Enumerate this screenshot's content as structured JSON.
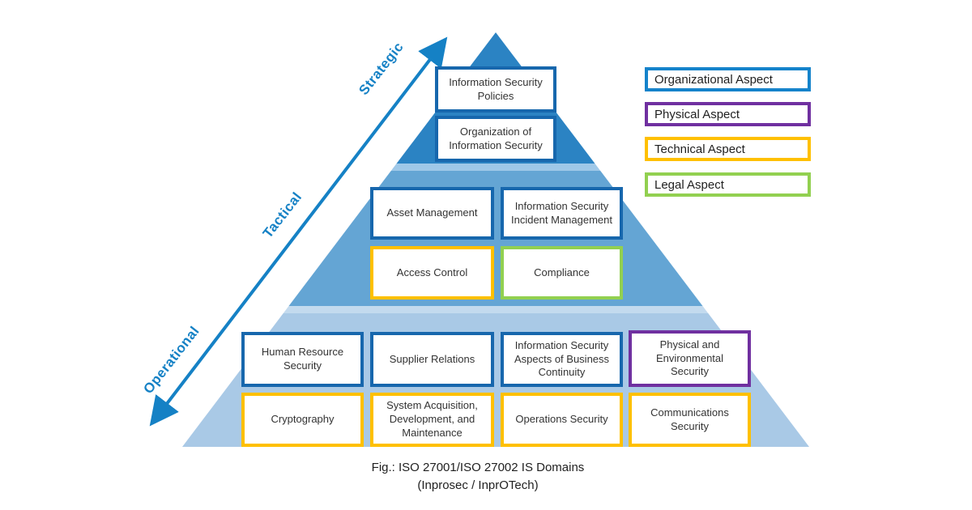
{
  "caption": {
    "line1": "Fig.: ISO 27001/ISO 27002 IS Domains",
    "line2": "(Inprosec / InprOTech)"
  },
  "axis": {
    "labels": {
      "strategic": "Strategic",
      "tactical": "Tactical",
      "operational": "Operational"
    },
    "arrow_color": "#1581c5"
  },
  "legend": {
    "items": [
      {
        "label": "Organizational Aspect",
        "aspect": "organizational",
        "color": "#1583cb"
      },
      {
        "label": "Physical Aspect",
        "aspect": "physical",
        "color": "#7030a0"
      },
      {
        "label": "Technical Aspect",
        "aspect": "technical",
        "color": "#ffc000"
      },
      {
        "label": "Legal Aspect",
        "aspect": "legal",
        "color": "#92d050"
      }
    ]
  },
  "pyramid": {
    "tier_colors": {
      "strategic": "#2b83c3",
      "tactical": "#64a5d4",
      "operational": "#a9c9e6",
      "divider": "#c3daee"
    },
    "box_border_blue": "#1767ad",
    "boxes": {
      "strategic": [
        {
          "label": "Information Security Policies",
          "aspect": "organizational"
        },
        {
          "label": "Organization of Information Security",
          "aspect": "organizational"
        }
      ],
      "tactical": [
        {
          "label": "Asset Management",
          "aspect": "organizational"
        },
        {
          "label": "Information Security Incident Management",
          "aspect": "organizational"
        },
        {
          "label": "Access Control",
          "aspect": "technical"
        },
        {
          "label": "Compliance",
          "aspect": "legal"
        }
      ],
      "operational": [
        {
          "label": "Human Resource Security",
          "aspect": "organizational"
        },
        {
          "label": "Supplier Relations",
          "aspect": "organizational"
        },
        {
          "label": "Information Security Aspects of Business Continuity",
          "aspect": "organizational"
        },
        {
          "label": "Physical and Environmental Security",
          "aspect": "physical"
        },
        {
          "label": "Cryptography",
          "aspect": "technical"
        },
        {
          "label": "System Acquisition, Development, and Maintenance",
          "aspect": "technical"
        },
        {
          "label": "Operations Security",
          "aspect": "technical"
        },
        {
          "label": "Communications Security",
          "aspect": "technical"
        }
      ]
    }
  }
}
